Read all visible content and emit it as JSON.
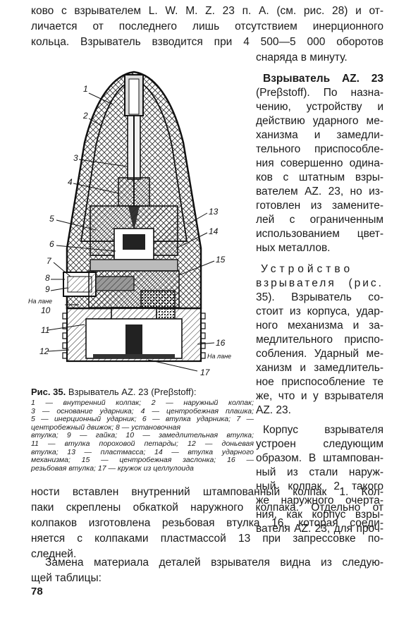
{
  "top_lines": [
    "ково с взрывателем  L. W. M. Z. 23 п. А. (см. рис. 28) и от-",
    "личается от последнего лишь отсутствием инерционного",
    "кольца. Взрыватель взводится при 4 500—5 000 оборотов"
  ],
  "right_col": [
    "снаряда в минуту.",
    "Взрыватель AZ. 23",
    "(Preβstoff).  По  назна-",
    "чению,   устройству  и",
    "действию ударного ме-",
    "ханизма   и   замедли-",
    "тельного  приспособле-",
    "ния совершенно одина-",
    "ков  с  штатным  взры-",
    "вателем AZ. 23, но из-",
    "готовлен  из  замените-",
    "лей  с  ограниченным",
    "использованием  цвет-",
    "ных металлов.",
    "Устройство",
    "взрывателя  (рис.",
    "35).  Взрыватель  со-",
    "стоит  из корпуса, удар-",
    "ного механизма и за-",
    "медлительного приспо-",
    "собления. Ударный ме-",
    "ханизм и замедлитель-",
    "ное приспособление те",
    "же, что и у взрывателя",
    "AZ.  23.",
    "Корпус   взрывателя",
    "устроен   следующим",
    "образом. В штампован-",
    "ный   из  стали  наруж-",
    "ный  колпак  2  такого",
    "же наружного очерта-",
    "ния, как корпус взры-",
    "вателя AZ. 23, для проч-"
  ],
  "bottom_lines": [
    "ности вставлен внутренний штампованный колпак  1.  Кол-",
    "паки скреплены обкаткой наружного колпака. Отдельно от",
    "колпаков изготовлена резьбовая втулка  16,  которая соеди-",
    "няется с колпаками пластмассой  13  при запрессовке по-",
    "следней.",
    "Замена материала деталей взрывателя видна из следую-",
    "щей таблицы:"
  ],
  "caption": {
    "title_bold": "Рис. 35.",
    "title_rest": " Взрыватель AZ. 23 (Preβstoff):",
    "rows": [
      "1 — внутренний колпак;   2 — наружный колпак;",
      "3 — основание ударника; 4 — центробежная плашка;",
      "5 — инерционный ударник;  6 — втулка ударника; 7 — центробежный движок; 8 — установочная",
      "втулка;  9 — гайка;  10 — замедлительная втулка;",
      "11 — втулка пороховой петарды;  12 — доньевая",
      "втулка;  13 — пластмасса;  14 — втулка ударного",
      "механизма;   15 — центробежная заслонка;   16 —",
      "резьбовая втулка;  17 — кружок из целлулоида"
    ]
  },
  "figure_labels": [
    "1",
    "2",
    "3",
    "4",
    "5",
    "6",
    "7",
    "8",
    "9",
    "На лане",
    "10",
    "11",
    "12",
    "13",
    "14",
    "15",
    "16",
    "На лане",
    "17"
  ],
  "page_number": "78"
}
